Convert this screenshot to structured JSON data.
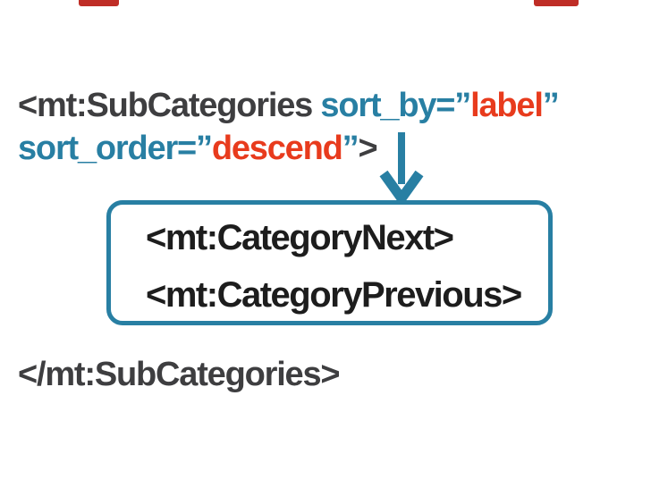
{
  "colors": {
    "background": "#ffffff",
    "text_dark": "#3e3e40",
    "teal": "#287fa3",
    "red": "#e83b1d",
    "black": "#1d1d1d",
    "mark_red": "#bf2d26"
  },
  "code": {
    "open_line1": [
      {
        "text": "<mt:SubCategories ",
        "color": "dark"
      },
      {
        "text": "sort_by=”",
        "color": "teal"
      },
      {
        "text": "label",
        "color": "red"
      },
      {
        "text": "”",
        "color": "teal"
      }
    ],
    "open_line2": [
      {
        "text": "sort_order=”",
        "color": "teal"
      },
      {
        "text": "descend",
        "color": "red"
      },
      {
        "text": "”",
        "color": "teal"
      },
      {
        "text": ">",
        "color": "dark"
      }
    ],
    "box_lines": [
      "<mt:CategoryNext>",
      "<mt:CategoryPrevious>"
    ],
    "close": "</mt:SubCategories>"
  },
  "arrow": {
    "description": "down-arrow pointing from opening tag into loop box"
  }
}
